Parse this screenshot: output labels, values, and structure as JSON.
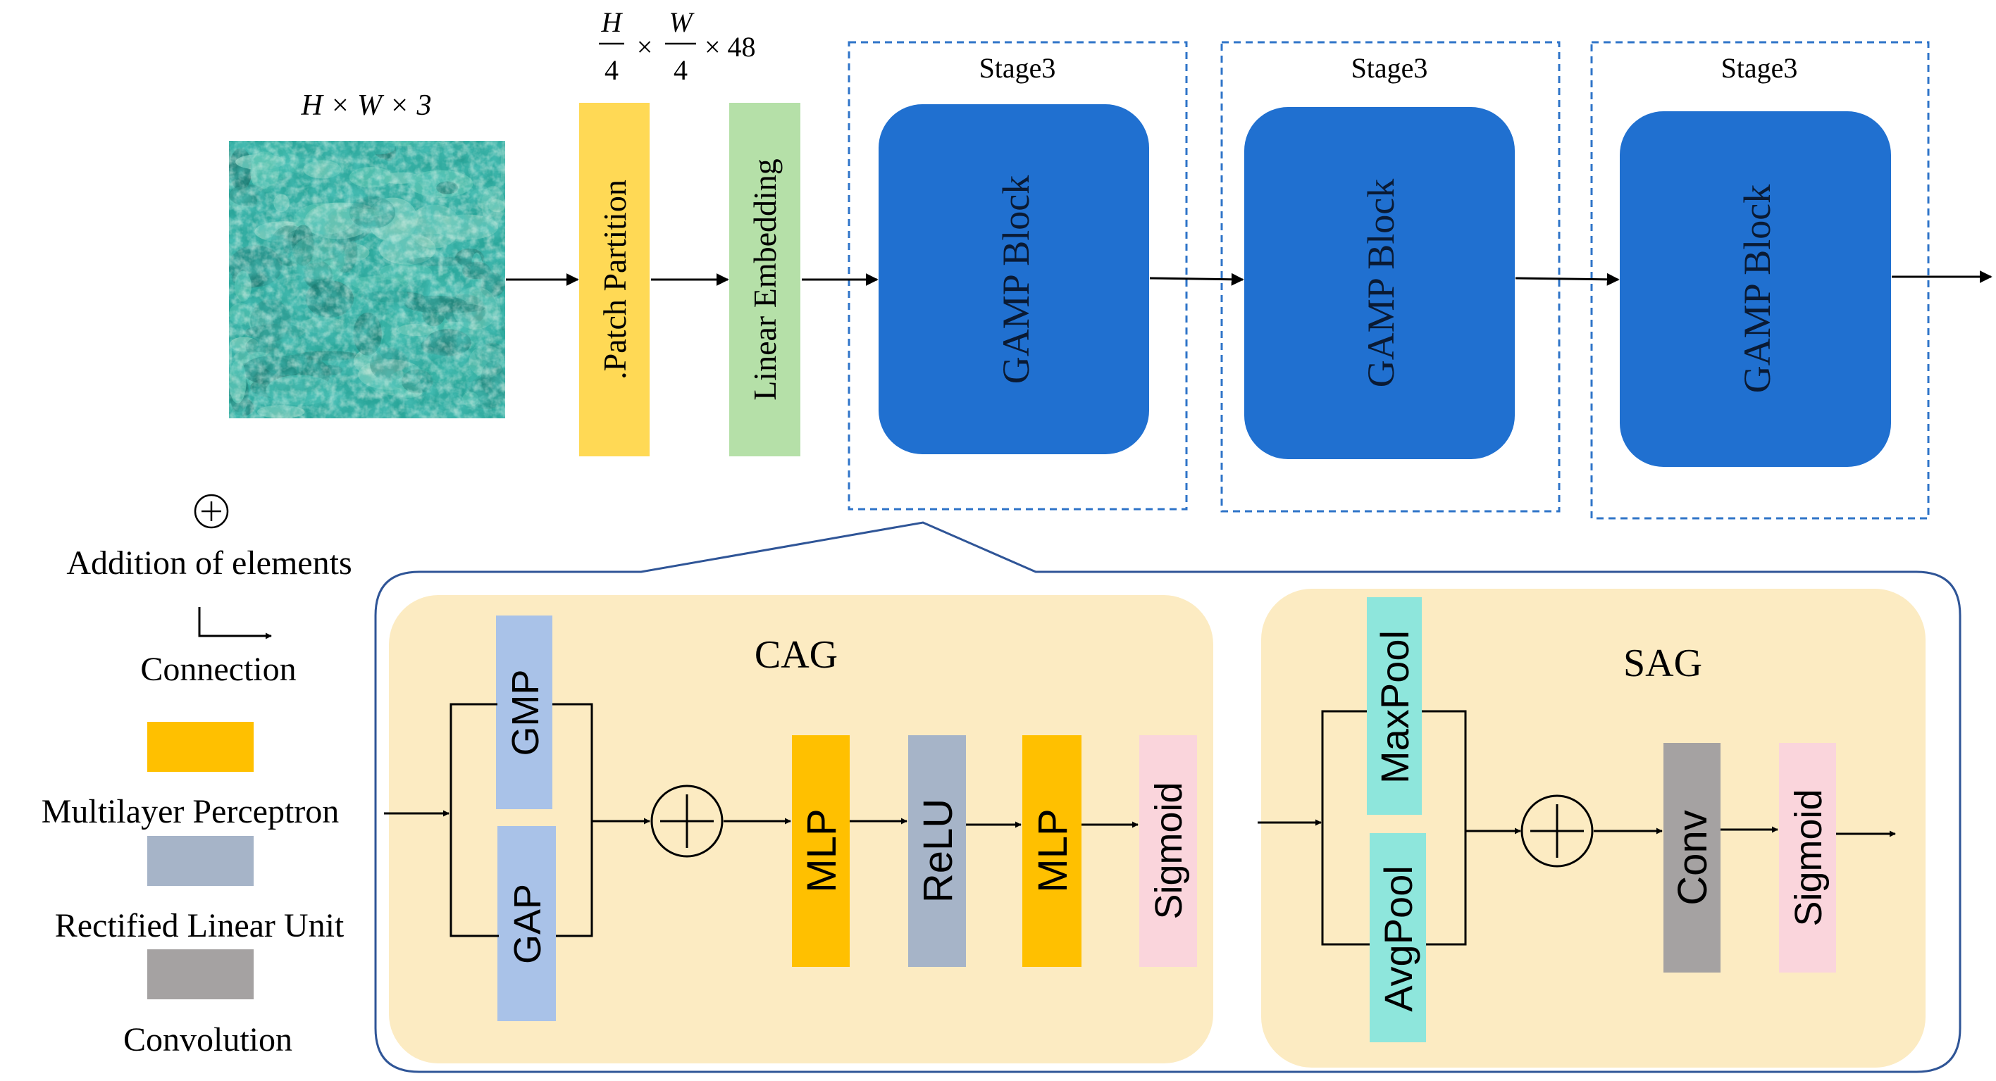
{
  "input": {
    "dims": "H × W × 3",
    "thumbnail_colors": [
      "#2aa69a",
      "#5cc4b0",
      "#1f7d75",
      "#8fd3c0",
      "#3bb5a6",
      "#176b63"
    ]
  },
  "patch_dims": {
    "h_num": "H",
    "h_den": "4",
    "w_num": "W",
    "w_den": "4",
    "c": "× 48",
    "times": "×"
  },
  "patch_partition": {
    "label": ".Patch Partition",
    "color": "#ffd955"
  },
  "linear_embedding": {
    "label": "Linear Embedding",
    "color": "#b5e0a8"
  },
  "stages": [
    {
      "title": "Stage3",
      "block_label": "GAMP Block"
    },
    {
      "title": "Stage3",
      "block_label": "GAMP Block"
    },
    {
      "title": "Stage3",
      "block_label": "GAMP Block"
    }
  ],
  "legend": {
    "addition": "Addition of elements",
    "connection": "Connection",
    "mlp": "Multilayer Perceptron",
    "relu": "Rectified Linear Unit",
    "conv": "Convolution"
  },
  "cag": {
    "title": "CAG",
    "gmp": "GMP",
    "gap": "GAP",
    "mlp1": "MLP",
    "relu": "ReLU",
    "mlp2": "MLP",
    "sigmoid": "Sigmoid"
  },
  "sag": {
    "title": "SAG",
    "maxpool": "MaxPool",
    "avgpool": "AvgPool",
    "conv": "Conv",
    "sigmoid": "Sigmoid"
  },
  "colors": {
    "gamp_block": "#2070d0",
    "stage_border": "#2f74c8",
    "panel_border": "#2f5597",
    "module_bg": "#fcebc2",
    "mlp": "#ffc000",
    "relu": "#a6b4c8",
    "conv": "#a5a2a2",
    "pool_blue": "#a9c2e8",
    "pool_cyan": "#8ee6dc",
    "sigmoid": "#fad5dc"
  }
}
